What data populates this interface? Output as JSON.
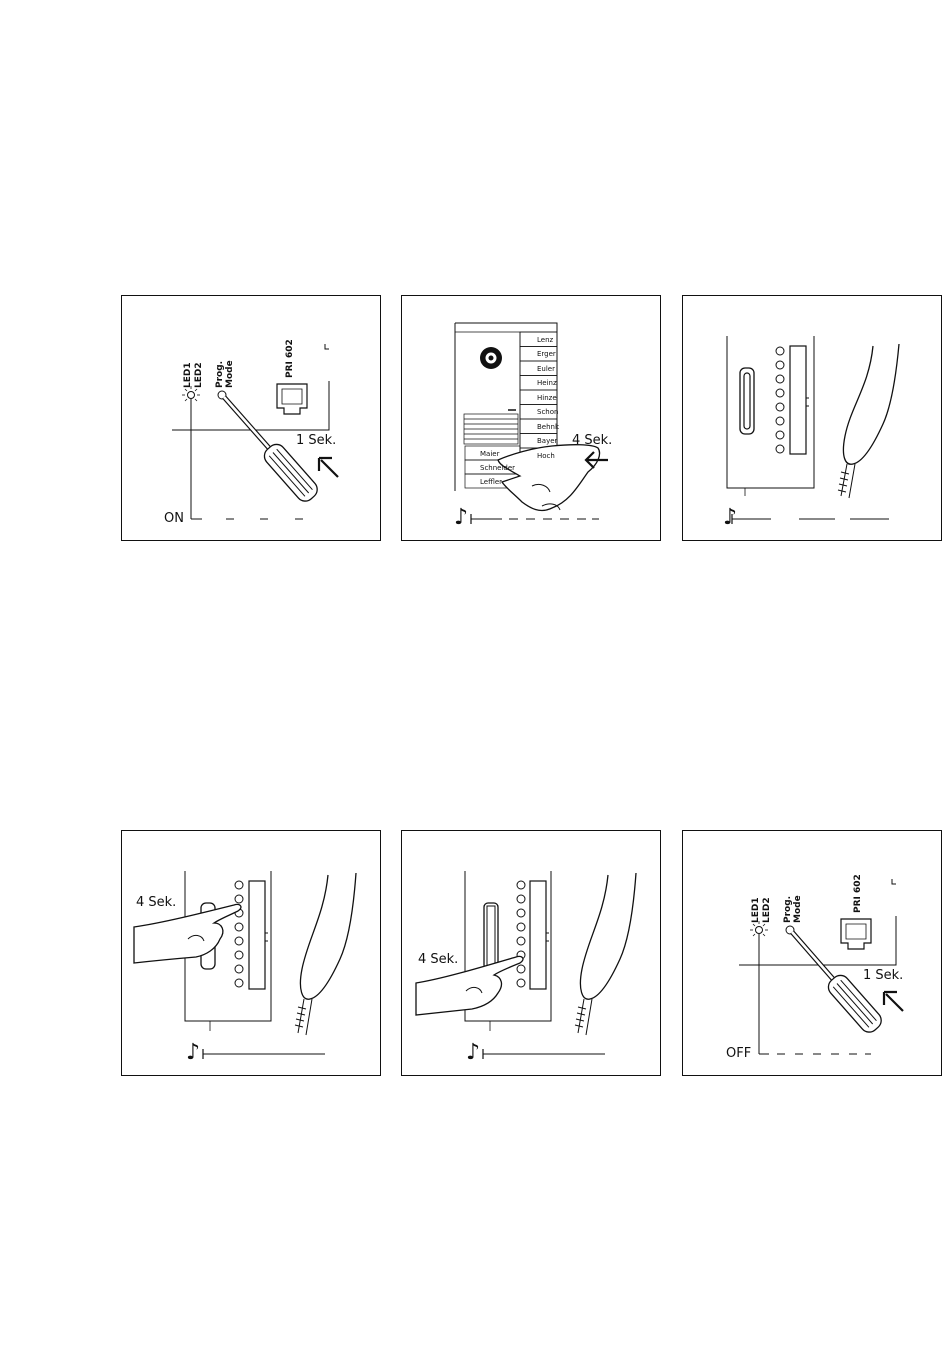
{
  "panels": {
    "p1": {
      "led1": "LED1",
      "led2": "LED2",
      "prog": "Prog.",
      "mode": "Mode",
      "device": "PRI 602",
      "duration": "1 Sek.",
      "state": "ON"
    },
    "p2": {
      "duration": "4 Sek.",
      "names": [
        "Lenz",
        "Erger",
        "Euler",
        "Heinz",
        "Hinze",
        "Schon",
        "Behnk",
        "Bayer",
        "Hoch"
      ],
      "left_names": [
        "Maier",
        "Schneider",
        "Leffler"
      ],
      "note": "♪"
    },
    "p3": {
      "note": "♪"
    },
    "p4": {
      "duration": "4 Sek.",
      "note": "♪"
    },
    "p5": {
      "duration": "4 Sek.",
      "note": "♪"
    },
    "p6": {
      "led1": "LED1",
      "led2": "LED2",
      "prog": "Prog.",
      "mode": "Mode",
      "device": "PRI 602",
      "duration": "1 Sek.",
      "state": "OFF"
    }
  }
}
